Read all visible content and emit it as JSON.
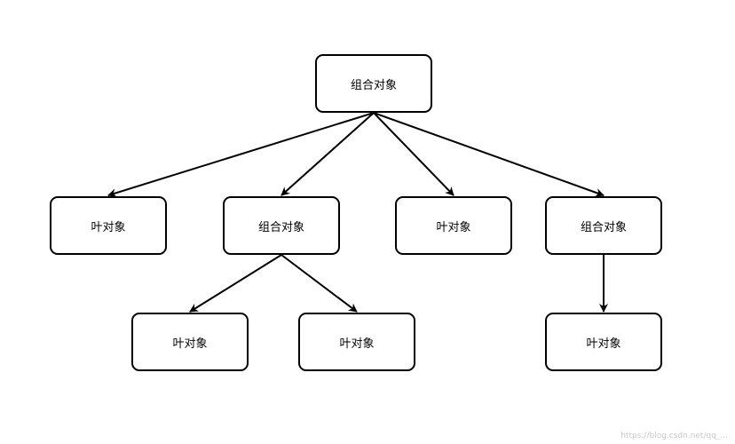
{
  "nodes": {
    "root": "组合对象",
    "leaf_1": "叶对象",
    "composite_1": "组合对象",
    "leaf_2": "叶对象",
    "composite_2": "组合对象",
    "leaf_1_1": "叶对象",
    "leaf_1_2": "叶对象",
    "leaf_2_1": "叶对象"
  },
  "edges": [
    {
      "from": "root",
      "to": "leaf_1"
    },
    {
      "from": "root",
      "to": "composite_1"
    },
    {
      "from": "root",
      "to": "leaf_2"
    },
    {
      "from": "root",
      "to": "composite_2"
    },
    {
      "from": "composite_1",
      "to": "leaf_1_1"
    },
    {
      "from": "composite_1",
      "to": "leaf_1_2"
    },
    {
      "from": "composite_2",
      "to": "leaf_2_1"
    }
  ],
  "watermark": "https://blog.csdn.net/qq_..."
}
